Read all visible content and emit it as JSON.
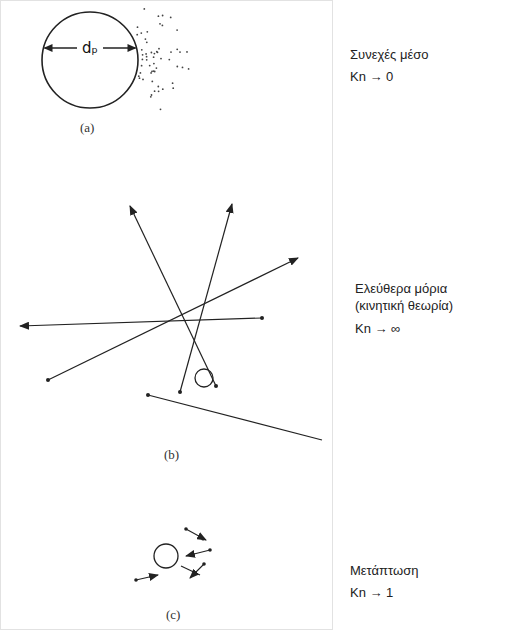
{
  "diagram": {
    "nodes": [
      {
        "text": [
          "dₚ"
        ]
      }
    ],
    "labels": [
      "(a)",
      "Συνεχές μέσο",
      "Kn → 0",
      "(b)",
      "Ελεύθερα μόρια (κινητική θεωρία)",
      "Kn → ∞",
      "(c)",
      "Μετάπτωση",
      "Kn → 1"
    ]
  }
}
